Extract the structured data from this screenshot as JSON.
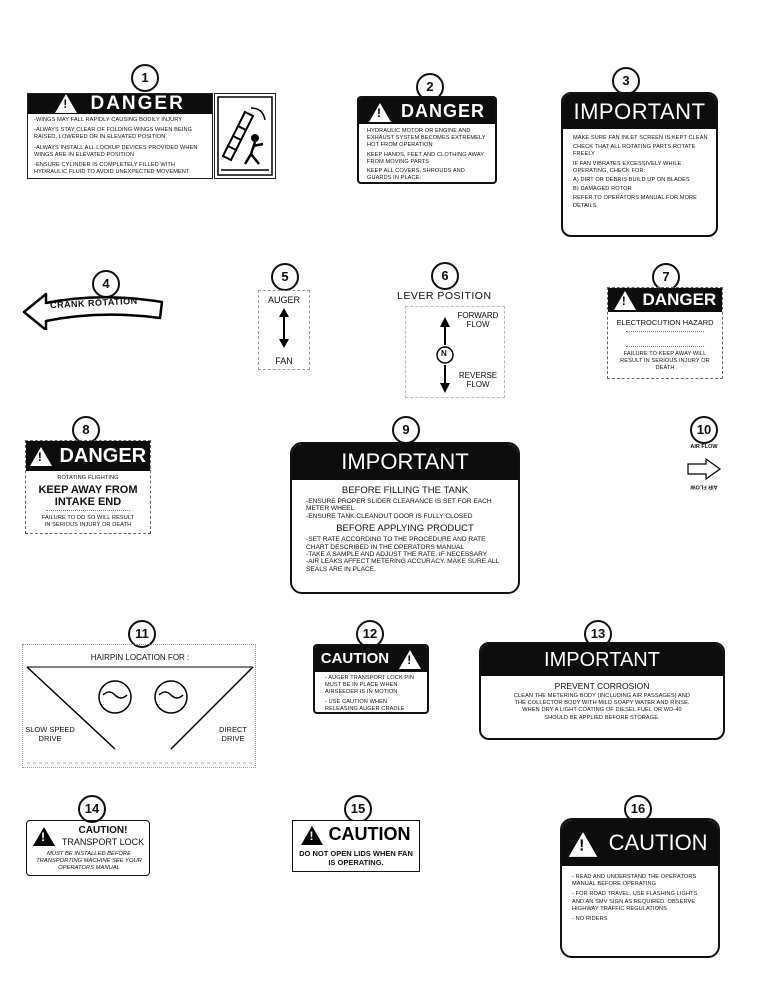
{
  "labels": [
    {
      "id": "1",
      "title": "DANGER",
      "lines": [
        "-WINGS MAY FALL RAPIDLY CAUSING BODILY INJURY",
        "-ALWAYS STAY CLEAR OF FOLDING WINGS WHEN BEING RAISED, LOWERED OR IN ELEVATED POSITION",
        "-ALWAYS INSTALL ALL LOCKUP DEVICES PROVIDED WHEN WINGS ARE IN ELEVATED POSITION",
        "-ENSURE CYLINDER IS COMPLETELY FILLED WITH HYDRAULIC FLUID TO AVOID UNEXPECTED MOVEMENT"
      ]
    },
    {
      "id": "2",
      "title": "DANGER",
      "lines": [
        "HYDRAULIC MOTOR OR ENGINE AND EXHAUST SYSTEM BECOMES EXTREMELY HOT FROM OPERATION",
        "KEEP HANDS, FEET AND CLOTHING AWAY FROM MOVING PARTS",
        "KEEP ALL COVERS, SHROUDS AND GUARDS IN PLACE."
      ]
    },
    {
      "id": "3",
      "title": "IMPORTANT",
      "lines": [
        "MAKE SURE FAN INLET SCREEN IS KEPT CLEAN",
        "CHECK THAT ALL ROTATING PARTS ROTATE FREELY",
        "IF FAN VIBRATES EXCESSIVELY WHILE OPERATING, CHECK FOR:",
        "A) DIRT OR DEBRIS BUILD UP ON BLADES",
        "B) DAMAGED ROTOR",
        "REFER TO OPERATORS MANUAL FOR MORE DETAILS"
      ]
    },
    {
      "id": "4",
      "text": "CRANK ROTATION"
    },
    {
      "id": "5",
      "top": "AUGER",
      "bottom": "FAN"
    },
    {
      "id": "6",
      "title": "LEVER POSITION",
      "forward": "FORWARD FLOW",
      "neutral": "N",
      "reverse": "REVERSE FLOW"
    },
    {
      "id": "7",
      "title": "DANGER",
      "subtitle": "ELECTROCUTION HAZARD",
      "footer": "FAILURE TO KEEP AWAY WILL RESULT IN SERIOUS INJURY OR DEATH"
    },
    {
      "id": "8",
      "title": "DANGER",
      "pre": "ROTATING FLIGHTING",
      "main1": "KEEP AWAY FROM",
      "main2": "INTAKE END",
      "footer": "FAILURE TO DO SO WILL RESULT IN SERIOUS INJURY OR DEATH"
    },
    {
      "id": "9",
      "title": "IMPORTANT",
      "section1": "BEFORE FILLING THE TANK",
      "lines1": [
        "-ENSURE PROPER SLIDER CLEARANCE IS SET FOR EACH METER WHEEL",
        "-ENSURE TANK CLEANOUT DOOR IS FULLY CLOSED"
      ],
      "section2": "BEFORE APPLYING PRODUCT",
      "lines2": [
        "-SET RATE ACCORDING TO THE PROCEDURE AND RATE CHART DESCRIBED IN THE OPERATORS MANUAL",
        "-TAKE A SAMPLE AND ADJUST THE RATE, IF NECESSARY",
        "-AIR LEAKS AFFECT METERING ACCURACY. MAKE SURE ALL SEALS ARE IN PLACE."
      ]
    },
    {
      "id": "10",
      "top": "AIR FLOW",
      "bottom": "AIR FLOW"
    },
    {
      "id": "11",
      "title": "HAIRPIN LOCATION FOR :",
      "left": "SLOW SPEED DRIVE",
      "right": "DIRECT DRIVE"
    },
    {
      "id": "12",
      "title": "CAUTION",
      "lines": [
        "- AUGER TRANSPORT LOCK PIN MUST BE IN PLACE WHEN AIRSEEDER IS IN MOTION",
        "- USE CAUTION WHEN RELEASING AUGER CRADLE LEVER"
      ]
    },
    {
      "id": "13",
      "title": "IMPORTANT",
      "subtitle": "PREVENT CORROSION",
      "body": "CLEAN THE METERING BODY (INCLUDING AIR PASSAGES) AND THE COLLECTOR BODY WITH MILD SOAPY WATER AND RINSE. WHEN DRY A LIGHT COATING OF DIESEL FUEL OR WD-40 SHOULD BE APPLIED BEFORE STORAGE."
    },
    {
      "id": "14",
      "title": "CAUTION!",
      "subtitle": "TRANSPORT LOCK",
      "body": "MUST BE INSTALLED BEFORE TRANSPORTING MACHINE SEE YOUR OPERATORS MANUAL"
    },
    {
      "id": "15",
      "title": "CAUTION",
      "body": "DO NOT OPEN LIDS WHEN FAN IS OPERATING."
    },
    {
      "id": "16",
      "title": "CAUTION",
      "lines": [
        "- READ AND UNDERSTAND THE OPERATORS MANUAL BEFORE OPERATING",
        "- FOR ROAD TRAVEL, USE FLASHING LIGHTS AND AN SMV SIGN AS REQUIRED. OBSERVE HIGHWAY TRAFFIC REGULATIONS",
        "- NO RIDERS"
      ]
    }
  ]
}
